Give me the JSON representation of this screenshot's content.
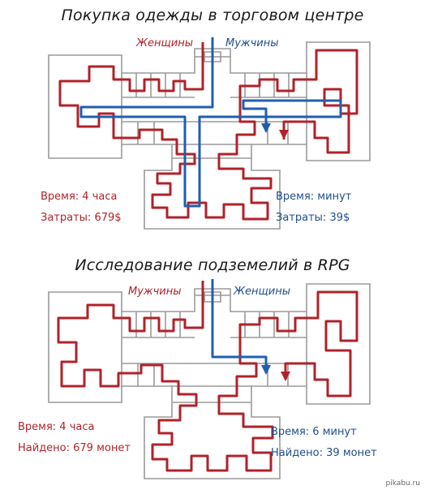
{
  "panel1": {
    "title": "Покупка одежды в торговом центре",
    "left_label": "Женщины",
    "right_label": "Мужчины",
    "left_stats": {
      "time": "Время: 4 часа",
      "cost": "Затраты: 679$"
    },
    "right_stats": {
      "time": "Время:    минут",
      "cost": "Затраты: 39$"
    }
  },
  "panel2": {
    "title": "Исследование подземелий в RPG",
    "left_label": "Мужчины",
    "right_label": "Женщины",
    "left_stats": {
      "time": "Время: 4 часа",
      "found": "Найдено: 679 монет"
    },
    "right_stats": {
      "time": "Время: 6 минут",
      "found": "Найдено: 39 монет"
    }
  },
  "watermark": "pikabu.ru",
  "colors": {
    "red_path": "#b0222a",
    "blue_path": "#1f5fb0",
    "walls": "#9a9a9a"
  }
}
